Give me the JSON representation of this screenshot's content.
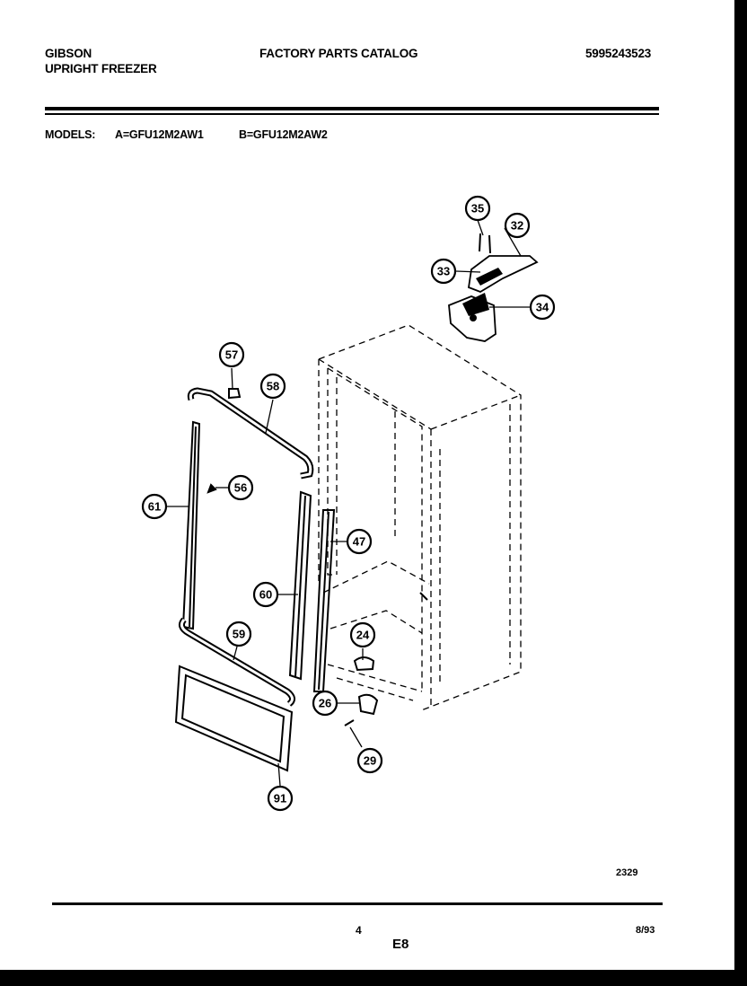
{
  "header": {
    "brand": "GIBSON",
    "product": "UPRIGHT FREEZER",
    "catalog_title": "FACTORY PARTS CATALOG",
    "catalog_number": "5995243523"
  },
  "models": {
    "label": "MODELS:",
    "model_a": "A=GFU12M2AW1",
    "model_b": "B=GFU12M2AW2"
  },
  "callouts": [
    "35",
    "32",
    "33",
    "34",
    "57",
    "58",
    "56",
    "61",
    "47",
    "60",
    "24",
    "59",
    "26",
    "29",
    "91"
  ],
  "footer": {
    "figure_code": "2329",
    "page_number": "4",
    "section": "E8",
    "date": "8/93"
  }
}
